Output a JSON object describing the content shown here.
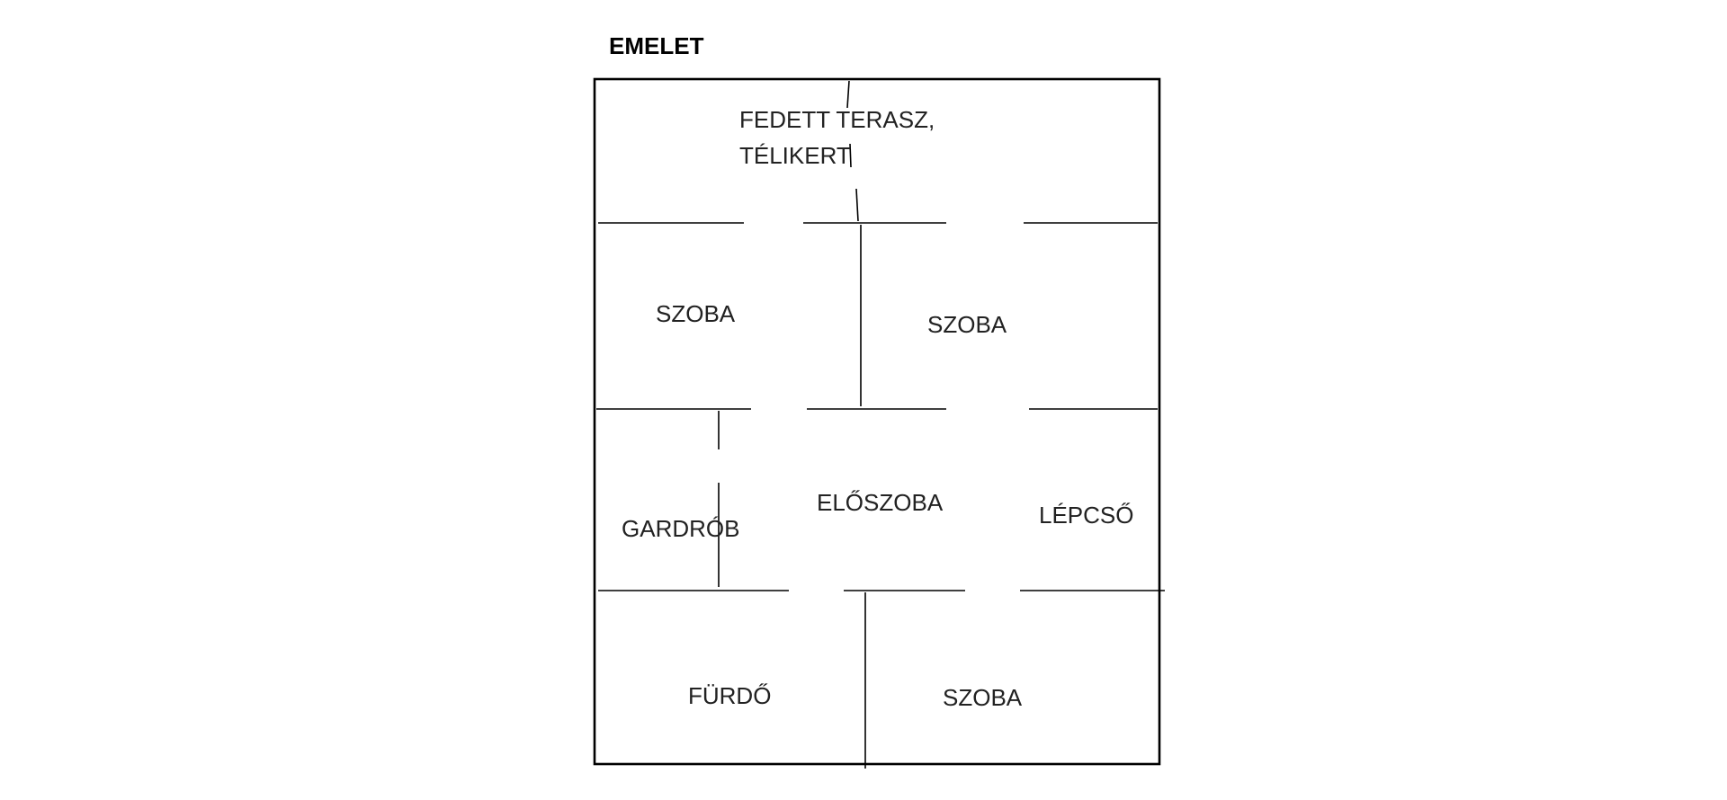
{
  "floor": {
    "title": "EMELET"
  },
  "rooms": {
    "terrace_line1": "FEDETT TERASZ,",
    "terrace_line2": "TÉLIKERT",
    "room_top_left": "SZOBA",
    "room_top_right": "SZOBA",
    "wardrobe": "GARDRÓB",
    "hallway": "ELŐSZOBA",
    "staircase": "LÉPCSŐ",
    "bathroom": "FÜRDŐ",
    "room_bottom_right": "SZOBA"
  }
}
